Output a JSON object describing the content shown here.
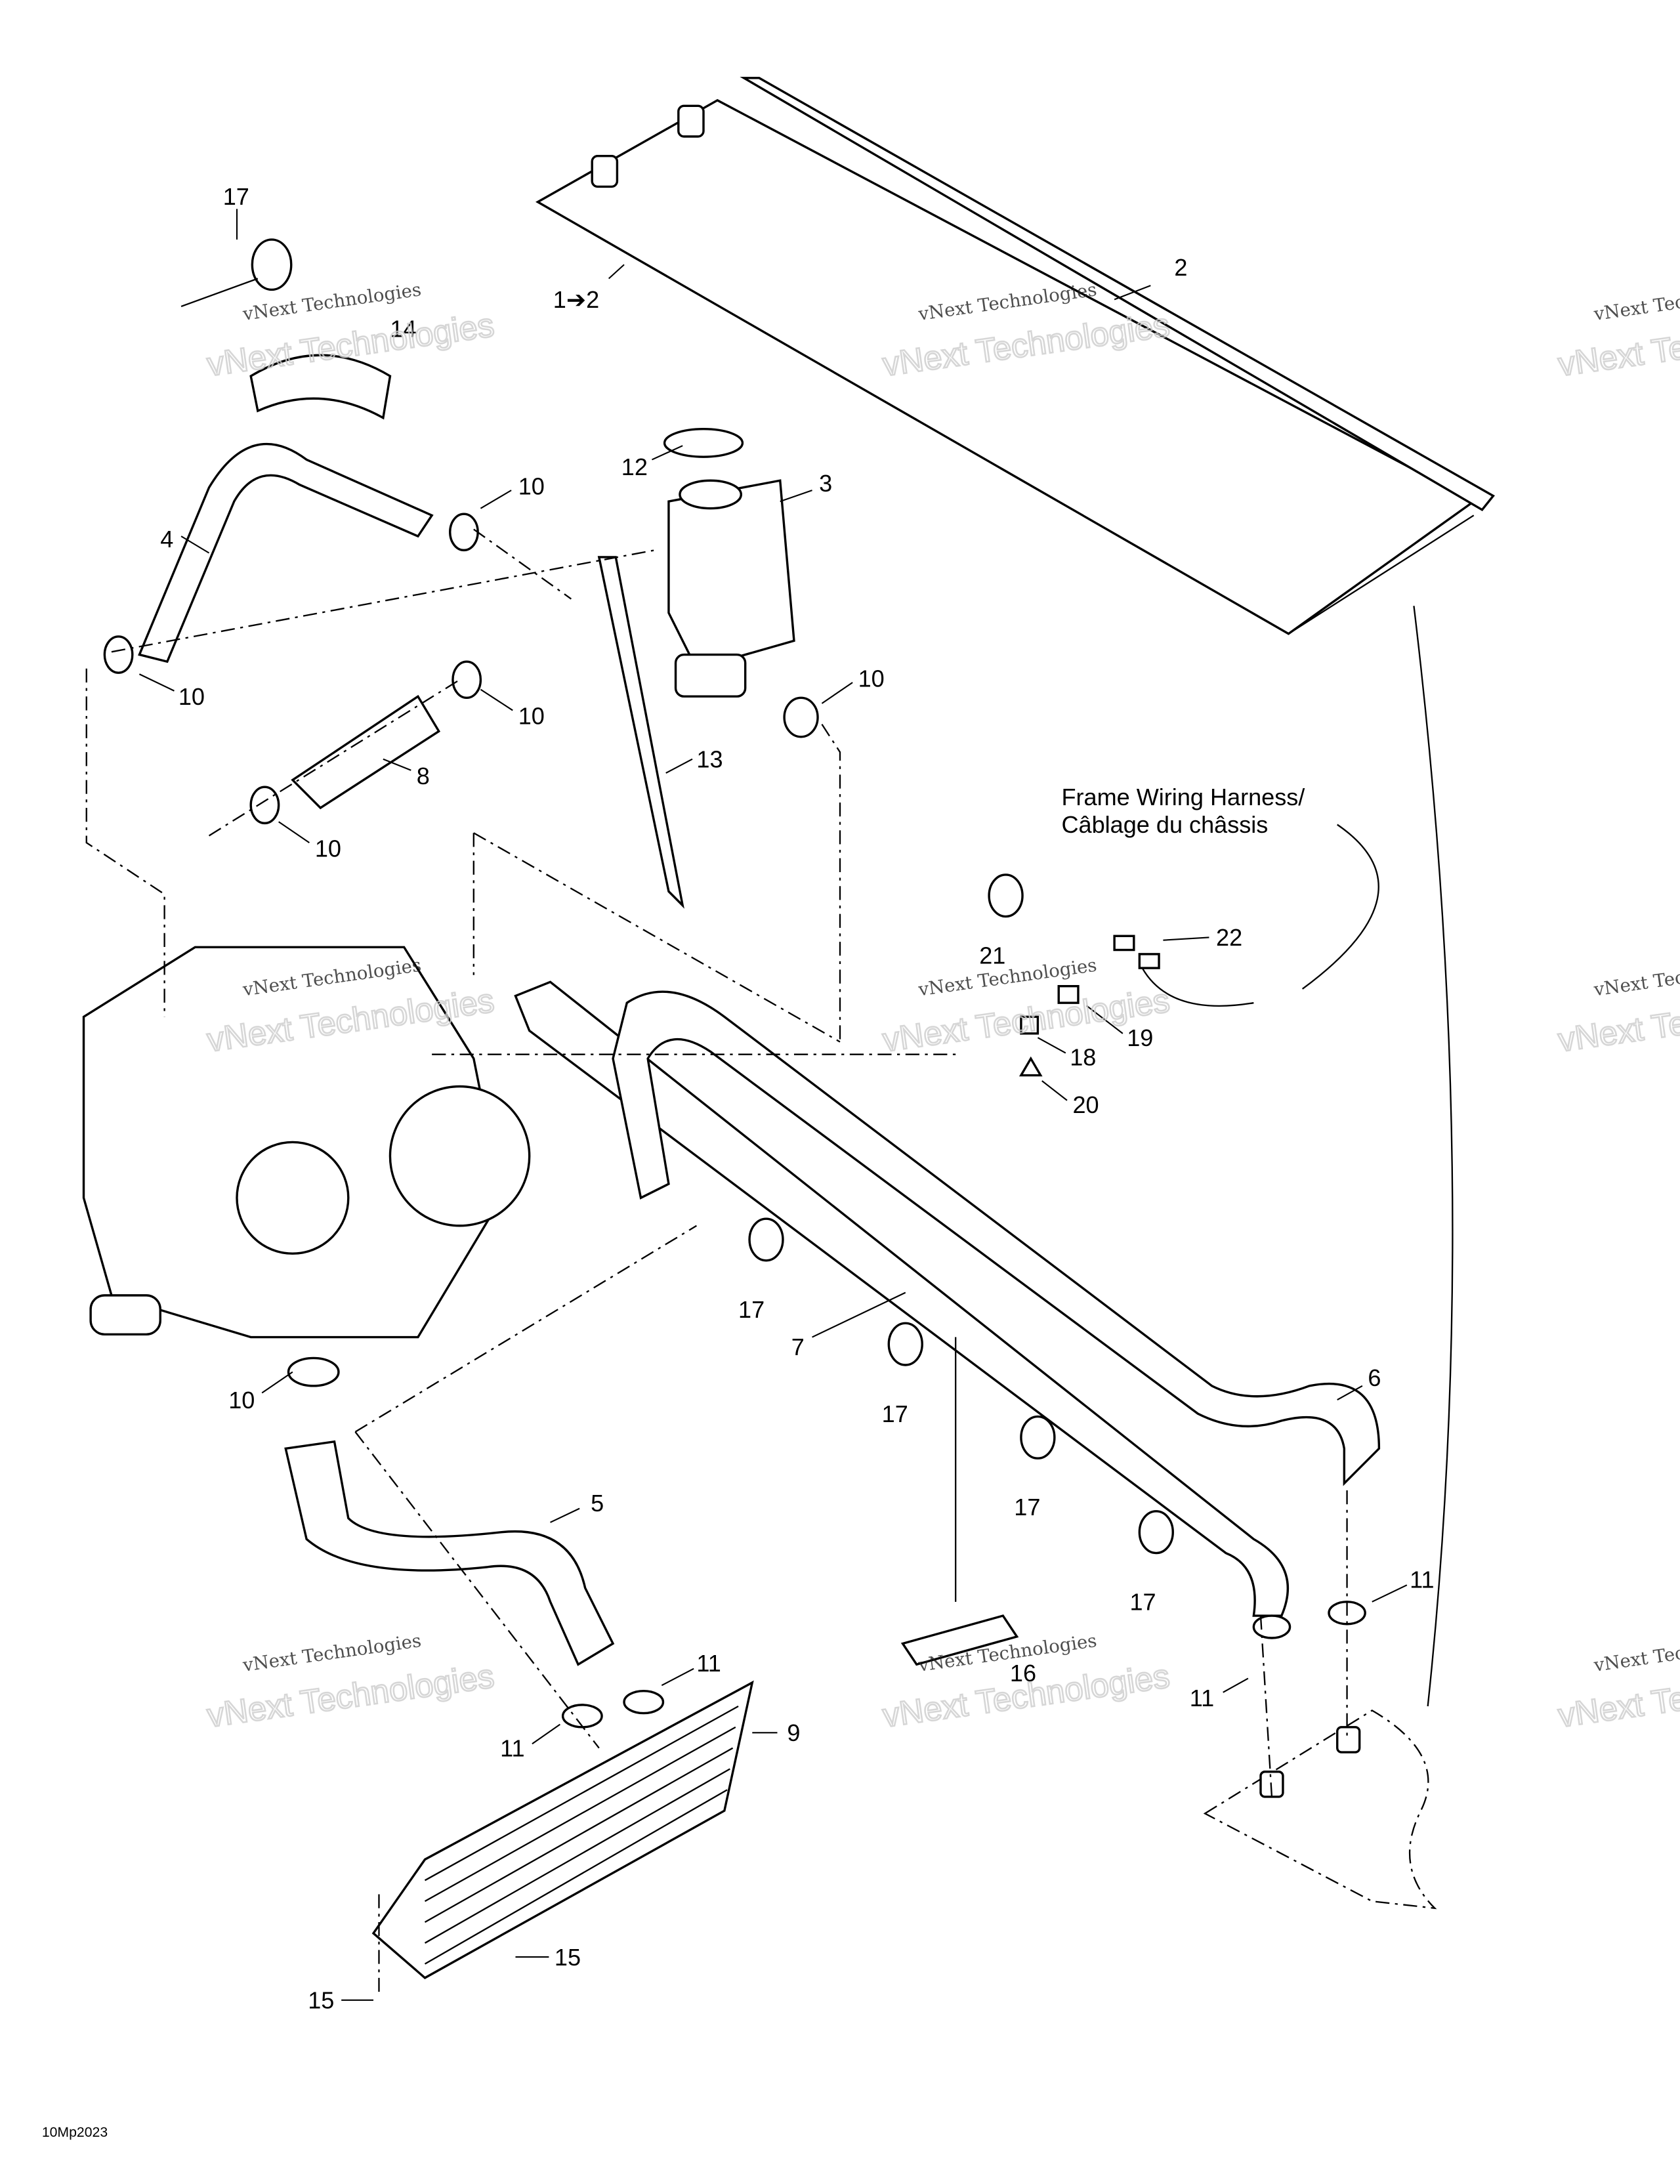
{
  "diagram": {
    "figure_code": "10Mp2023",
    "note_line1": "Frame Wiring Harness/",
    "note_line2": "Câblage du châssis",
    "watermark_line1": "vNext Technologies",
    "watermark_line2": "vNext Technologies",
    "callouts": [
      "17",
      "1➔2",
      "2",
      "14",
      "12",
      "3",
      "10",
      "4",
      "10",
      "10",
      "10",
      "8",
      "13",
      "10",
      "21",
      "22",
      "19",
      "18",
      "20",
      "17",
      "7",
      "17",
      "6",
      "17",
      "17",
      "10",
      "5",
      "11",
      "11",
      "9",
      "11",
      "11",
      "16",
      "15",
      "15"
    ]
  }
}
